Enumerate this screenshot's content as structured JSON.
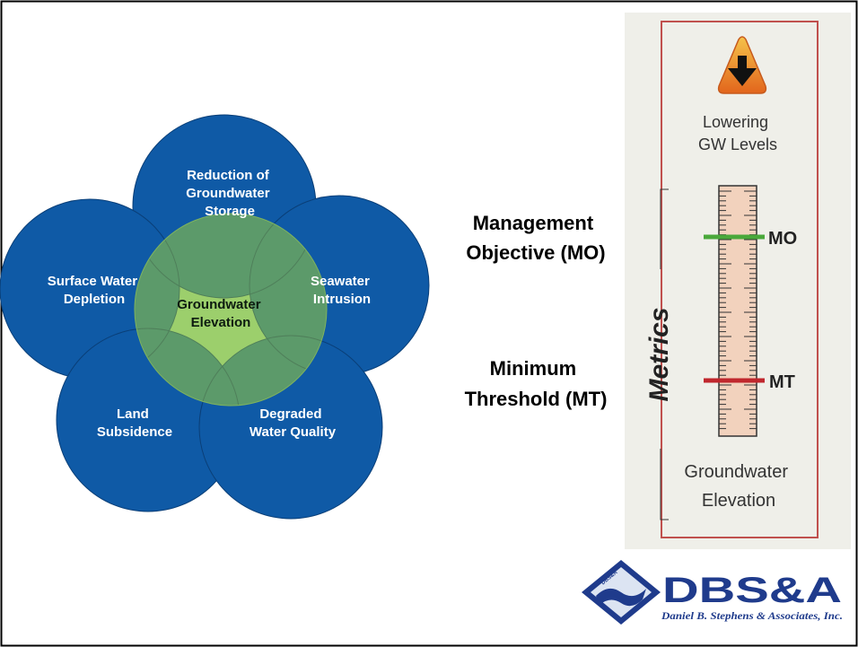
{
  "venn": {
    "top": [
      "Reduction of",
      "Groundwater",
      "Storage"
    ],
    "left": [
      "Surface Water",
      "Depletion"
    ],
    "right": [
      "Seawater",
      "Intrusion"
    ],
    "bottom_left": [
      "Land",
      "Subsidence"
    ],
    "bottom_right": [
      "Degraded",
      "Water Quality"
    ],
    "center": [
      "Groundwater",
      "Elevation"
    ]
  },
  "labels": {
    "mo": [
      "Management",
      "Objective (MO)"
    ],
    "mt": [
      "Minimum",
      "Threshold (MT)"
    ]
  },
  "gauge": {
    "header": [
      "Lowering",
      "GW Levels"
    ],
    "side_label": "Metrics",
    "mo_tag": "MO",
    "mt_tag": "MT",
    "footer": [
      "Groundwater",
      "Elevation"
    ],
    "mo_color": "#4aa83a",
    "mt_color": "#c0272d",
    "panel_color": "#efefe9",
    "frame_color": "#c0504d"
  },
  "logo": {
    "brand": "DBS&A",
    "tagline": "Daniel B. Stephens & Associates, Inc.",
    "badge_text": "DBS&A",
    "brand_color": "#1f3b8c"
  },
  "colors": {
    "circle_fill": "#0f5aa6",
    "circle_stroke": "#0a3f78",
    "center_fill": "#9ccf6c",
    "overlap_fill": "#5c9a6a"
  }
}
